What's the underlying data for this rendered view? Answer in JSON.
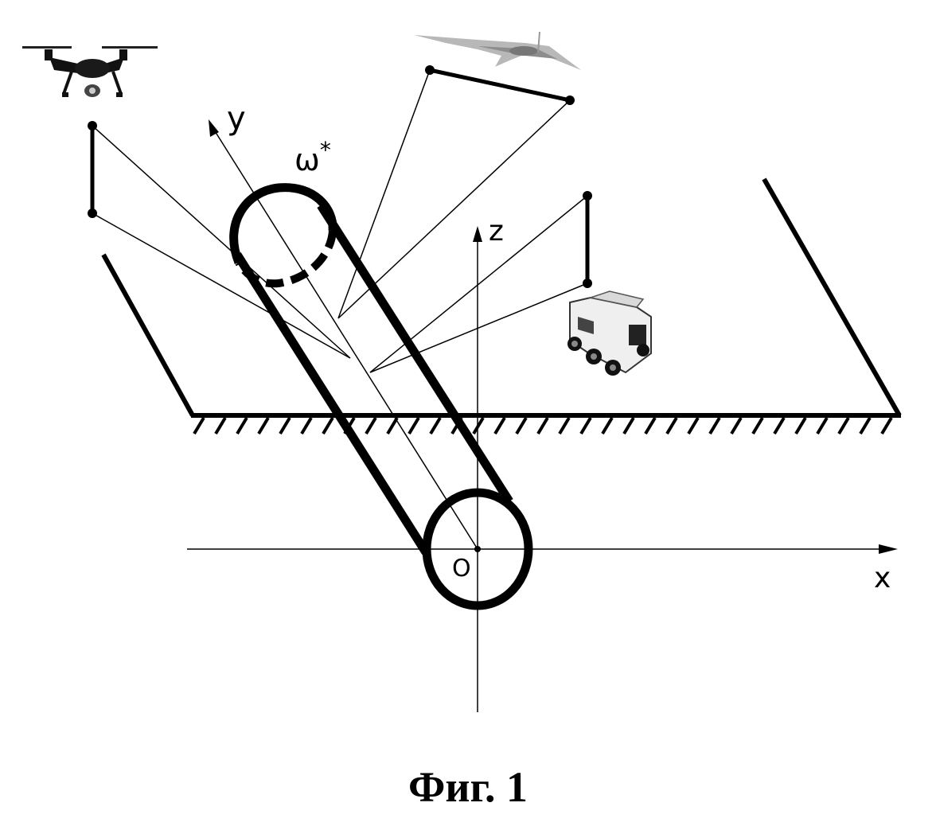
{
  "labels": {
    "axis_y": "y",
    "axis_z": "z",
    "axis_x": "x",
    "origin": "O",
    "omega_symbol": "ω",
    "omega_superscript": "*"
  },
  "caption": "Фиг. 1",
  "icons": {
    "quadcopter": "quadcopter-drone-icon",
    "fixed_wing": "fixed-wing-aircraft-icon",
    "rover": "ground-robot-vehicle-icon"
  }
}
